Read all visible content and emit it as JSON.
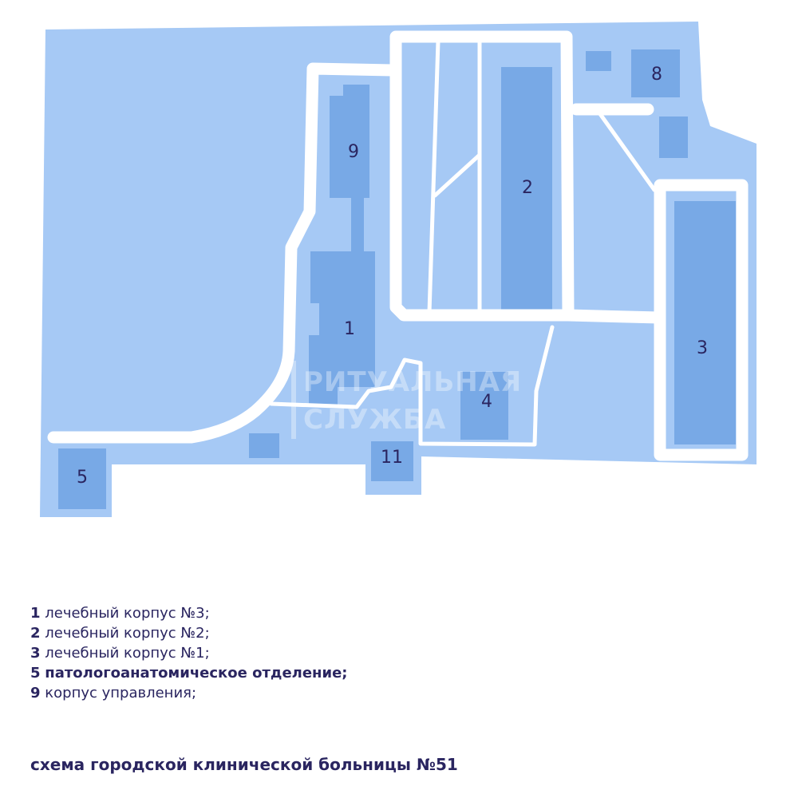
{
  "colors": {
    "territory": "#a6c9f5",
    "building": "#78a9e6",
    "road": "#ffffff",
    "text": "#2a2560"
  },
  "map": {
    "buildings": [
      {
        "id": "1",
        "label": "1"
      },
      {
        "id": "2",
        "label": "2"
      },
      {
        "id": "3",
        "label": "3"
      },
      {
        "id": "4",
        "label": "4"
      },
      {
        "id": "5",
        "label": "5"
      },
      {
        "id": "8",
        "label": "8"
      },
      {
        "id": "9",
        "label": "9"
      },
      {
        "id": "11",
        "label": "11"
      }
    ],
    "watermark": {
      "line1": "РИТУАЛЬНАЯ",
      "line2": "СЛУЖБА"
    }
  },
  "legend": [
    {
      "num": "1",
      "text": " лечебный корпус №3;",
      "bold": false
    },
    {
      "num": "2",
      "text": "лечебный корпус №2;",
      "bold": false
    },
    {
      "num": "3",
      "text": "лечебный корпус №1;",
      "bold": false
    },
    {
      "num": "5",
      "text": "патологоанатомическое отделение;",
      "bold": true
    },
    {
      "num": "9",
      "text": "корпус управления;",
      "bold": false
    }
  ],
  "caption": "схема городской клинической больницы №51"
}
